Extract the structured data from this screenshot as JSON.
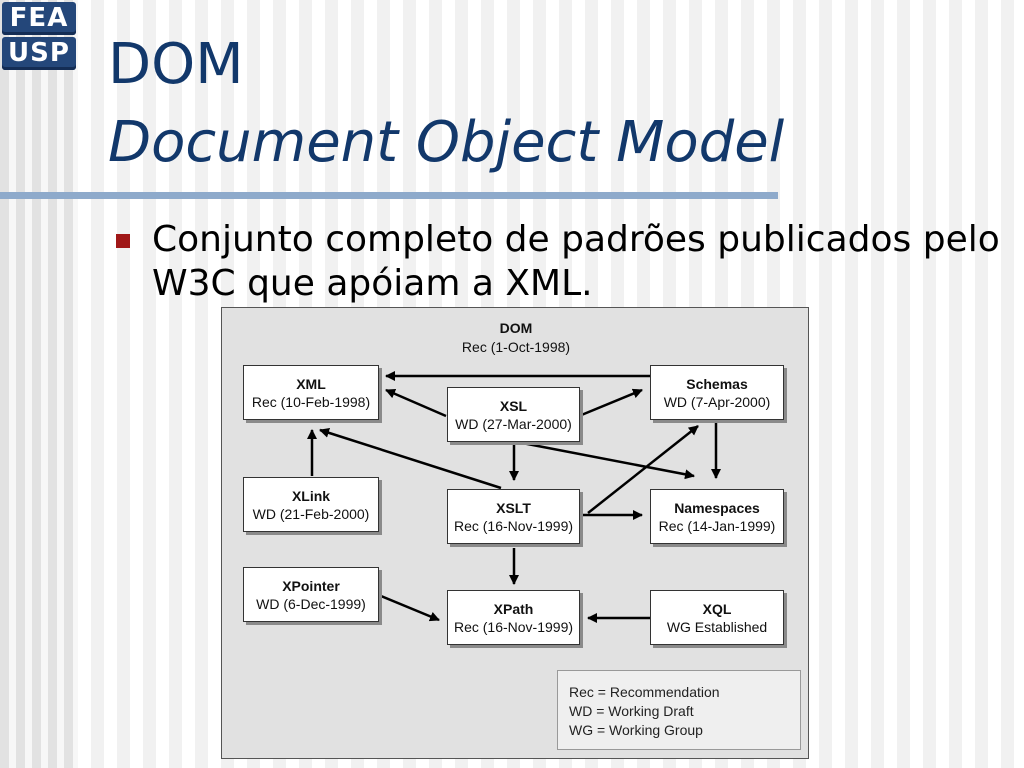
{
  "logo": {
    "line1": "FEA",
    "line2": "USP"
  },
  "title": {
    "line1": "DOM",
    "line2": "Document Object Model"
  },
  "bullet": {
    "text": "Conjunto completo de padrões publicados pelo W3C que apóiam a XML."
  },
  "diagram": {
    "root": {
      "title": "DOM",
      "subtitle": "Rec (1-Oct-1998)"
    },
    "nodes": {
      "xml": {
        "title": "XML",
        "status": "Rec (10-Feb-1998)"
      },
      "xsl": {
        "title": "XSL",
        "status": "WD (27-Mar-2000)"
      },
      "schemas": {
        "title": "Schemas",
        "status": "WD (7-Apr-2000)"
      },
      "xlink": {
        "title": "XLink",
        "status": "WD (21-Feb-2000)"
      },
      "xslt": {
        "title": "XSLT",
        "status": "Rec (16-Nov-1999)"
      },
      "namespaces": {
        "title": "Namespaces",
        "status": "Rec (14-Jan-1999)"
      },
      "xpointer": {
        "title": "XPointer",
        "status": "WD (6-Dec-1999)"
      },
      "xpath": {
        "title": "XPath",
        "status": "Rec (16-Nov-1999)"
      },
      "xql": {
        "title": "XQL",
        "status": "WG Established"
      }
    },
    "legend": {
      "line1": "Rec = Recommendation",
      "line2": "WD = Working Draft",
      "line3": "WG = Working Group"
    }
  },
  "colors": {
    "title": "#12386b",
    "bullet": "#a01818",
    "rule": "#8eaacb",
    "logo": "#24477a"
  }
}
